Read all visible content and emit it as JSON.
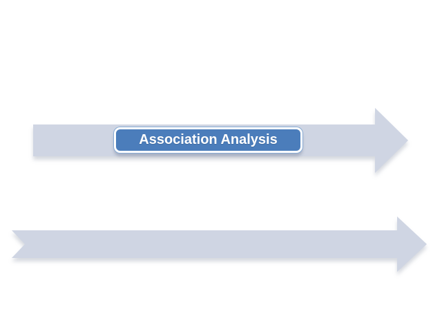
{
  "page": {
    "background_color": "#ffffff"
  },
  "diagram": {
    "type": "process-arrows",
    "arrow_fill": "#cfd5e3",
    "steps": [
      {
        "shape": "right-arrow",
        "label": "Association Analysis"
      },
      {
        "shape": "notched-right-arrow",
        "label": ""
      }
    ],
    "label_style": {
      "fill": "#4b7dbb",
      "text_color": "#ffffff",
      "border_color": "#ffffff",
      "outer_ring_color": "#88abd4"
    }
  }
}
